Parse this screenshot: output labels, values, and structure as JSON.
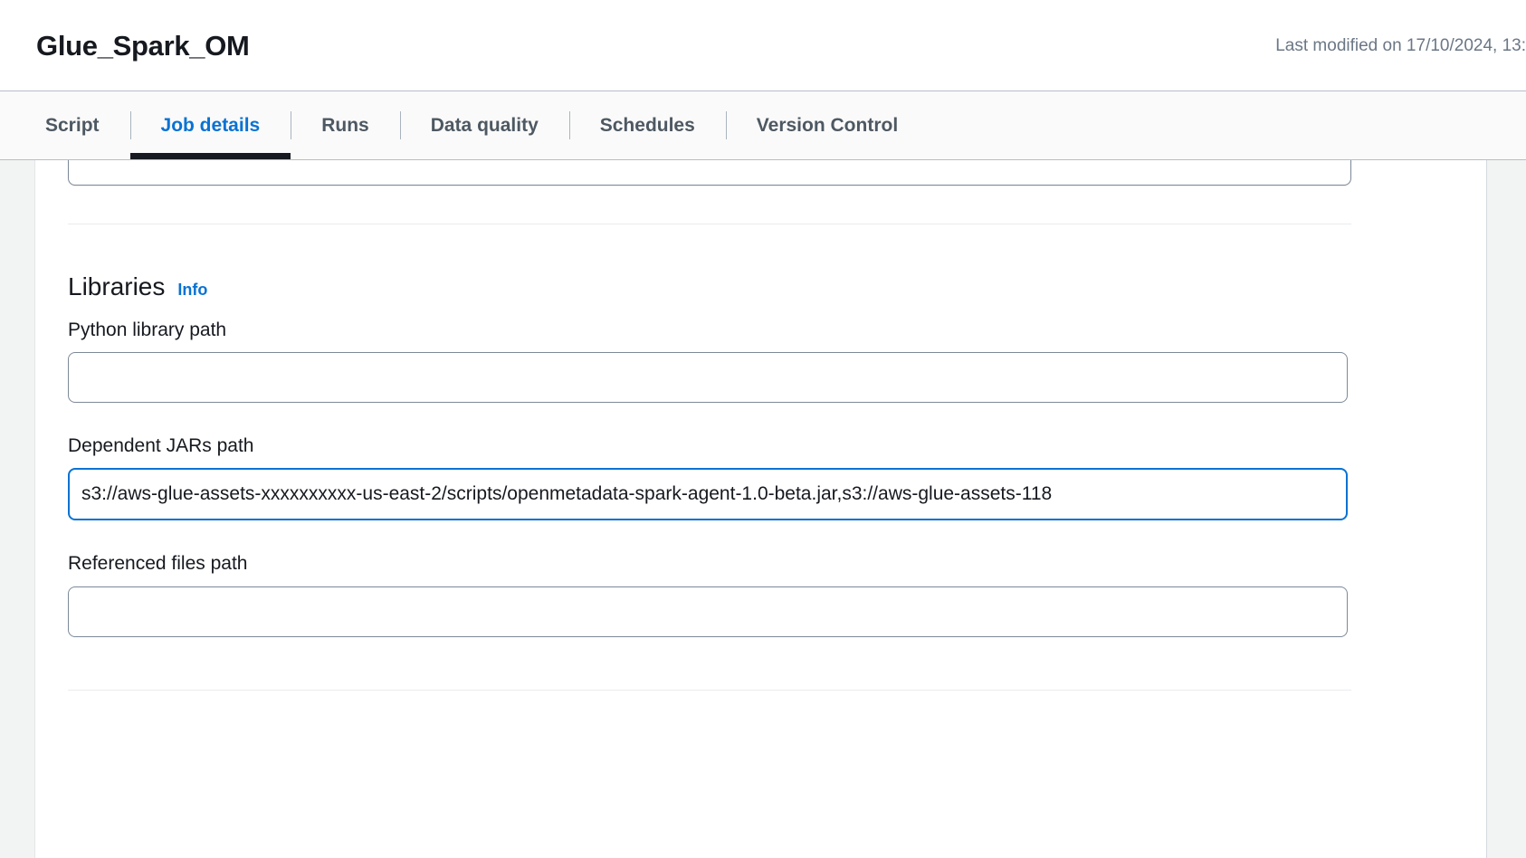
{
  "header": {
    "job_title": "Glue_Spark_OM",
    "last_modified": "Last modified on 17/10/2024, 13:"
  },
  "tabs": [
    {
      "label": "Script",
      "active": false
    },
    {
      "label": "Job details",
      "active": true
    },
    {
      "label": "Runs",
      "active": false
    },
    {
      "label": "Data quality",
      "active": false
    },
    {
      "label": "Schedules",
      "active": false
    },
    {
      "label": "Version Control",
      "active": false
    }
  ],
  "libraries": {
    "section_title": "Libraries",
    "info_label": "Info",
    "python_library_path": {
      "label": "Python library path",
      "value": "",
      "placeholder": ""
    },
    "dependent_jars_path": {
      "label": "Dependent JARs path",
      "value": "s3://aws-glue-assets-xxxxxxxxxx-us-east-2/scripts/openmetadata-spark-agent-1.0-beta.jar,s3://aws-glue-assets-118",
      "placeholder": ""
    },
    "referenced_files_path": {
      "label": "Referenced files path",
      "value": "",
      "placeholder": ""
    }
  },
  "colors": {
    "accent_blue": "#0972d3",
    "tab_inactive": "#4d5862",
    "active_underline": "#16191f",
    "input_border": "#7d8998",
    "page_background": "#f2f3f3",
    "muted_text": "#6b7785"
  }
}
